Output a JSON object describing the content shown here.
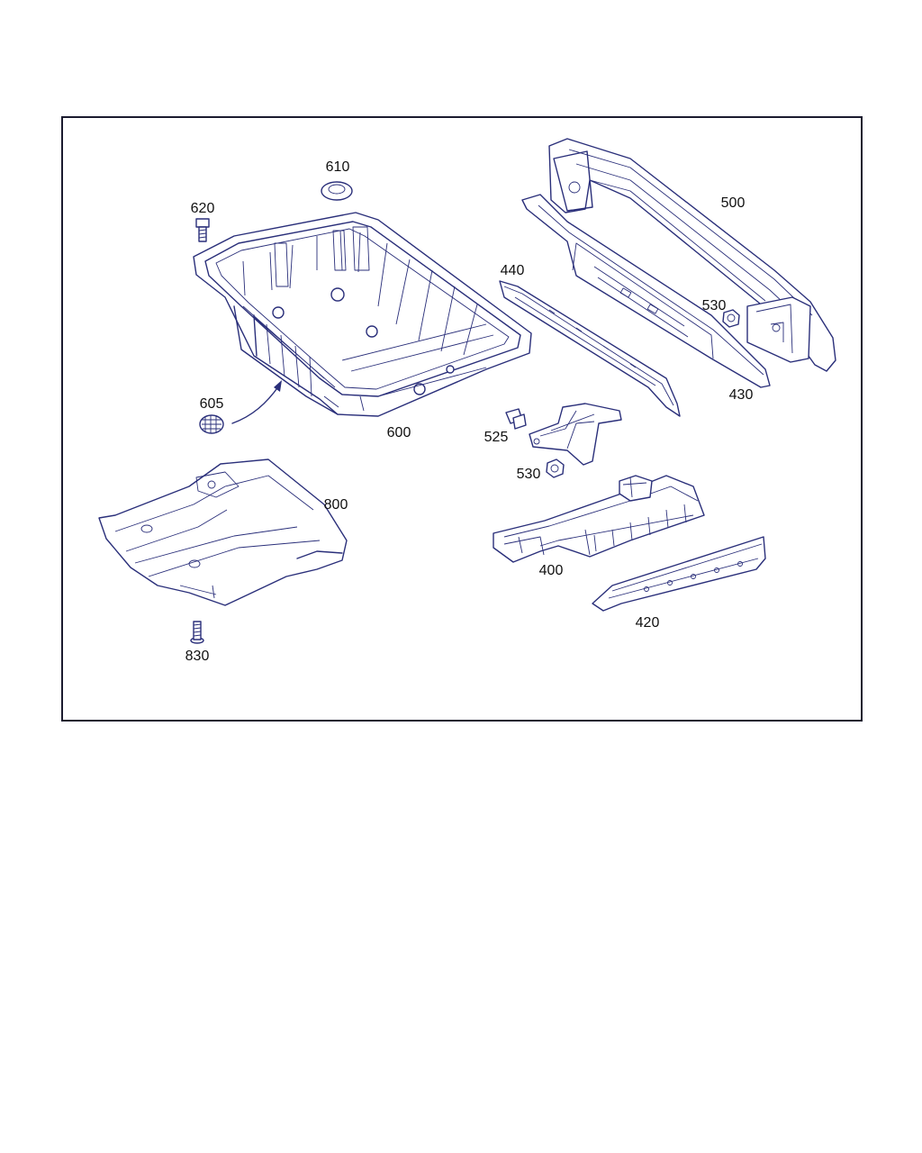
{
  "diagram": {
    "colors": {
      "line": "#2a2f7a",
      "frame": "#1b1b2f",
      "label": "#111111",
      "background": "#ffffff"
    },
    "parts": {
      "p610": "610",
      "p620": "620",
      "p605": "605",
      "p600": "600",
      "p500": "500",
      "p440": "440",
      "p530a": "530",
      "p430": "430",
      "p525": "525",
      "p530b": "530",
      "p800": "800",
      "p400": "400",
      "p420": "420",
      "p830": "830"
    }
  }
}
